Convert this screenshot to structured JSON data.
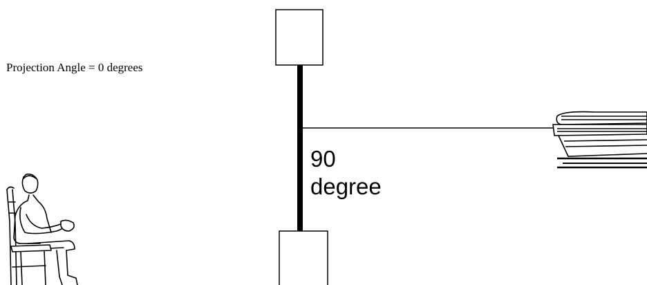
{
  "caption": "Projection Angle = 0 degrees",
  "angle_label": {
    "line1": "90",
    "line2": "degree"
  },
  "icons": {
    "viewer": "seated-person-icon",
    "projector": "overhead-projector-icon"
  },
  "colors": {
    "ink": "#000000",
    "background": "#ffffff"
  }
}
